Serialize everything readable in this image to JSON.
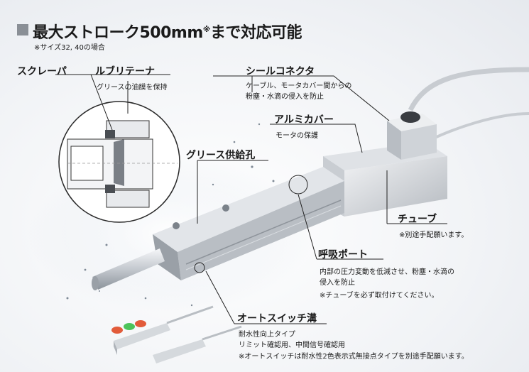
{
  "title": {
    "main": "最大ストローク500mm",
    "mark": "※",
    "suffix": "まで対応可能",
    "note": "※サイズ32, 40の場合"
  },
  "callouts": {
    "scraper": {
      "label": "スクレーパ"
    },
    "lubricator": {
      "label": "ルブリテーナ",
      "desc": "グリースの油膜を保持"
    },
    "seal_connector": {
      "label": "シールコネクタ",
      "desc_1": "ケーブル、モータカバー間からの",
      "desc_2": "粉塵・水滴の侵入を防止"
    },
    "aluminum_cover": {
      "label": "アルミカバー",
      "desc": "モータの保護"
    },
    "grease_hole": {
      "label": "グリース供給孔"
    },
    "tube": {
      "label": "チューブ",
      "desc": "※別途手配願います。"
    },
    "breathing_port": {
      "label": "呼吸ポート",
      "desc_1": "内部の圧力変動を低減させ、粉塵・水滴の",
      "desc_2": "侵入を防止",
      "note": "※チューブを必ず取付けてください。"
    },
    "auto_switch_groove": {
      "label": "オートスイッチ溝",
      "desc_1": "耐水性向上タイプ",
      "desc_2": "リミット確認用、中間信号確認用",
      "note": "※オートスイッチは耐水性2色表示式無接点タイプを別途手配願います。"
    }
  },
  "colors": {
    "accent_gray": "#8a8f96",
    "text": "#1a1a1a",
    "metal_light": "#e9ecef",
    "metal_dark": "#a6acb3",
    "led_red": "#e25b3a",
    "led_green": "#4cc35a"
  }
}
